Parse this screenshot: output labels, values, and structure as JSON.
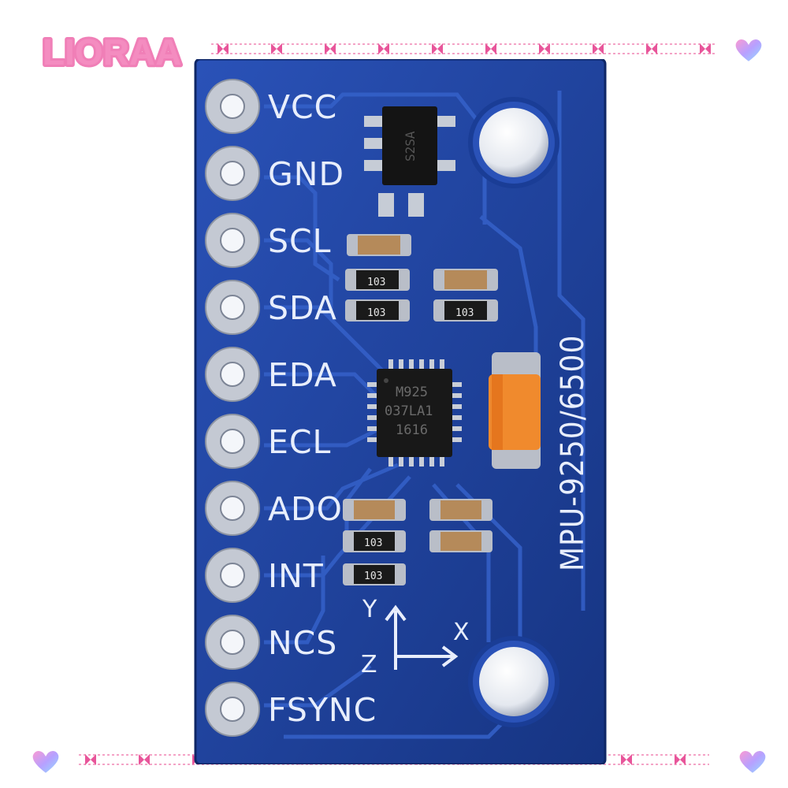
{
  "brand": {
    "name": "LIORAA"
  },
  "board": {
    "model_label": "MPU-9250/6500",
    "pins": [
      "VCC",
      "GND",
      "SCL",
      "SDA",
      "EDA",
      "ECL",
      "ADO",
      "INT",
      "NCS",
      "FSYNC"
    ],
    "main_chip": [
      "M925",
      "037LA1",
      "1616"
    ],
    "regulator_chip": "S2SA",
    "resistor_code": "103",
    "axis_labels": {
      "y": "Y",
      "x": "X",
      "z": "Z"
    }
  },
  "colors": {
    "brand_pink": "#f07fb7",
    "pcb_blue": "#1d3f9c",
    "tantalum_orange": "#f08a2d"
  }
}
